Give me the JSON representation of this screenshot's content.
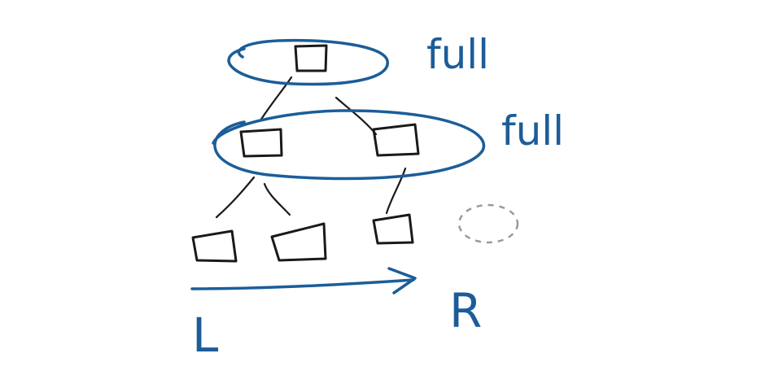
{
  "labels": {
    "level_0_status": "full",
    "level_1_status": "full",
    "direction_start": "L",
    "direction_end": "R"
  },
  "colors": {
    "ink_black": "#1a1a1a",
    "ink_blue": "#1c5d99",
    "ink_gray": "#9a9a9a",
    "background": "#ffffff"
  },
  "tree": {
    "levels": [
      {
        "level": 0,
        "nodes": 1,
        "status": "full"
      },
      {
        "level": 1,
        "nodes": 2,
        "status": "full"
      },
      {
        "level": 2,
        "nodes": 3,
        "missing_slot": 1
      }
    ]
  }
}
